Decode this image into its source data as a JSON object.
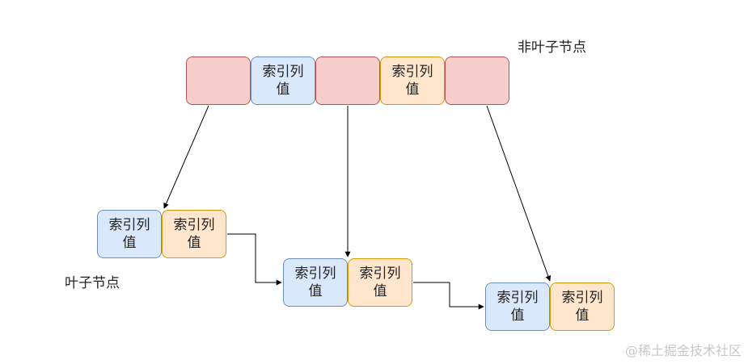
{
  "labels": {
    "non_leaf": "非叶子节点",
    "leaf": "叶子节点"
  },
  "cell_text": "索引列\n值",
  "watermark": "@稀土掘金技术社区",
  "colors": {
    "pointer_fill": "#f8cecc",
    "pointer_stroke": "#b85450",
    "key_blue_fill": "#dae8fc",
    "key_blue_stroke": "#6c8ebf",
    "key_orange_fill": "#ffe6cc",
    "key_orange_stroke": "#d79b00",
    "arrow": "#000000"
  }
}
